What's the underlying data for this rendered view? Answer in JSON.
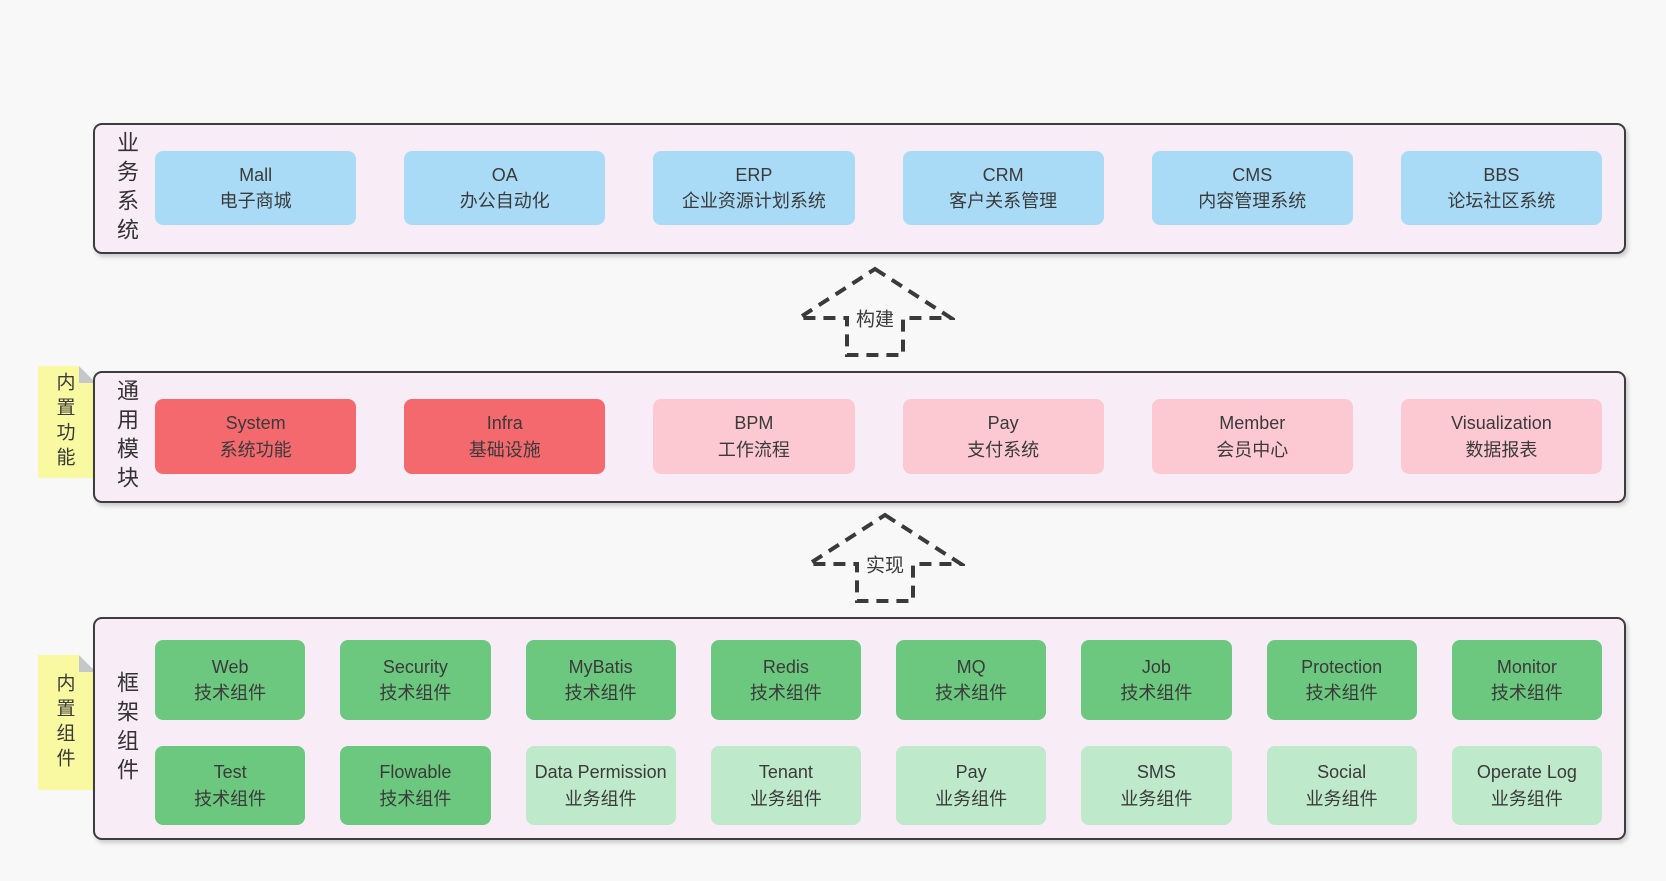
{
  "colors": {
    "page_background": "#f8f8f8",
    "layer_background": "#f8edf6",
    "layer_border": "#3d3d3d",
    "box_blue": "#a9dbf7",
    "box_red": "#f3696e",
    "box_pink": "#fcc9d3",
    "box_green": "#6dc87f",
    "box_green_light": "#bee9ca",
    "sticky_tab_yellow": "#f8f9a1",
    "sticky_fold_gray": "#c5c7ca",
    "text": "#3a3a3a"
  },
  "diagram": {
    "layers": {
      "business": {
        "side_label": "业务系统",
        "boxes": [
          {
            "name": "Mall",
            "desc": "电子商城",
            "variant": "blue"
          },
          {
            "name": "OA",
            "desc": "办公自动化",
            "variant": "blue"
          },
          {
            "name": "ERP",
            "desc": "企业资源计划系统",
            "variant": "blue"
          },
          {
            "name": "CRM",
            "desc": "客户关系管理",
            "variant": "blue"
          },
          {
            "name": "CMS",
            "desc": "内容管理系统",
            "variant": "blue"
          },
          {
            "name": "BBS",
            "desc": "论坛社区系统",
            "variant": "blue"
          }
        ]
      },
      "modules": {
        "side_label": "通用模块",
        "sticky_tab": "内置功能",
        "boxes": [
          {
            "name": "System",
            "desc": "系统功能",
            "variant": "red"
          },
          {
            "name": "Infra",
            "desc": "基础设施",
            "variant": "red"
          },
          {
            "name": "BPM",
            "desc": "工作流程",
            "variant": "pink"
          },
          {
            "name": "Pay",
            "desc": "支付系统",
            "variant": "pink"
          },
          {
            "name": "Member",
            "desc": "会员中心",
            "variant": "pink"
          },
          {
            "name": "Visualization",
            "desc": "数据报表",
            "variant": "pink"
          }
        ]
      },
      "components": {
        "side_label": "框架组件",
        "sticky_tab": "内置组件",
        "row1": [
          {
            "name": "Web",
            "desc": "技术组件",
            "variant": "green"
          },
          {
            "name": "Security",
            "desc": "技术组件",
            "variant": "green"
          },
          {
            "name": "MyBatis",
            "desc": "技术组件",
            "variant": "green"
          },
          {
            "name": "Redis",
            "desc": "技术组件",
            "variant": "green"
          },
          {
            "name": "MQ",
            "desc": "技术组件",
            "variant": "green"
          },
          {
            "name": "Job",
            "desc": "技术组件",
            "variant": "green"
          },
          {
            "name": "Protection",
            "desc": "技术组件",
            "variant": "green"
          },
          {
            "name": "Monitor",
            "desc": "技术组件",
            "variant": "green"
          }
        ],
        "row2": [
          {
            "name": "Test",
            "desc": "技术组件",
            "variant": "green"
          },
          {
            "name": "Flowable",
            "desc": "技术组件",
            "variant": "green"
          },
          {
            "name": "Data Permission",
            "desc": "业务组件",
            "variant": "green-light"
          },
          {
            "name": "Tenant",
            "desc": "业务组件",
            "variant": "green-light"
          },
          {
            "name": "Pay",
            "desc": "业务组件",
            "variant": "green-light"
          },
          {
            "name": "SMS",
            "desc": "业务组件",
            "variant": "green-light"
          },
          {
            "name": "Social",
            "desc": "业务组件",
            "variant": "green-light"
          },
          {
            "name": "Operate Log",
            "desc": "业务组件",
            "variant": "green-light"
          }
        ]
      }
    },
    "arrows": [
      {
        "label": "构建"
      },
      {
        "label": "实现"
      }
    ]
  }
}
